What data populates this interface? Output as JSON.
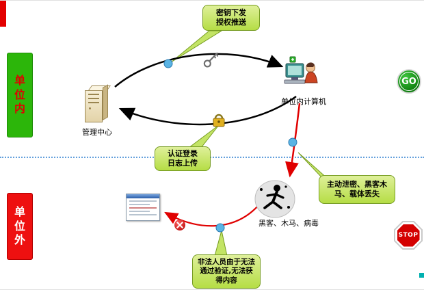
{
  "zones": {
    "inside": {
      "label": "单位内"
    },
    "outside": {
      "label": "单位外"
    }
  },
  "nodes": {
    "management_center": {
      "label": "管理中心"
    },
    "internal_computer": {
      "label": "单位内计算机"
    },
    "threats": {
      "label": "黑客、木马、病毒"
    }
  },
  "callouts": {
    "key_push": {
      "text": "密钥下发\n授权推送"
    },
    "auth_login": {
      "text": "认证登录\n日志上传"
    },
    "leak": {
      "text": "主动泄密、黑客木\n马、载体丢失"
    },
    "illegal": {
      "text": "非法人员由于无法\n通过验证,无法获\n得内容"
    }
  },
  "signs": {
    "go": "GO",
    "stop": "STOP"
  },
  "colors": {
    "zone_inside_bg": "#2cb60a",
    "zone_inside_text": "#e00000",
    "zone_outside_bg": "#ee1010",
    "callout_bg": "#c3e465",
    "callout_border": "#769c22",
    "arrow_black": "#000000",
    "arrow_red": "#e00000",
    "connector_dot": "#5ab4e4",
    "divider_blue": "#64a0dc",
    "go_green": "#0b7a0b",
    "stop_red": "#d40000"
  }
}
